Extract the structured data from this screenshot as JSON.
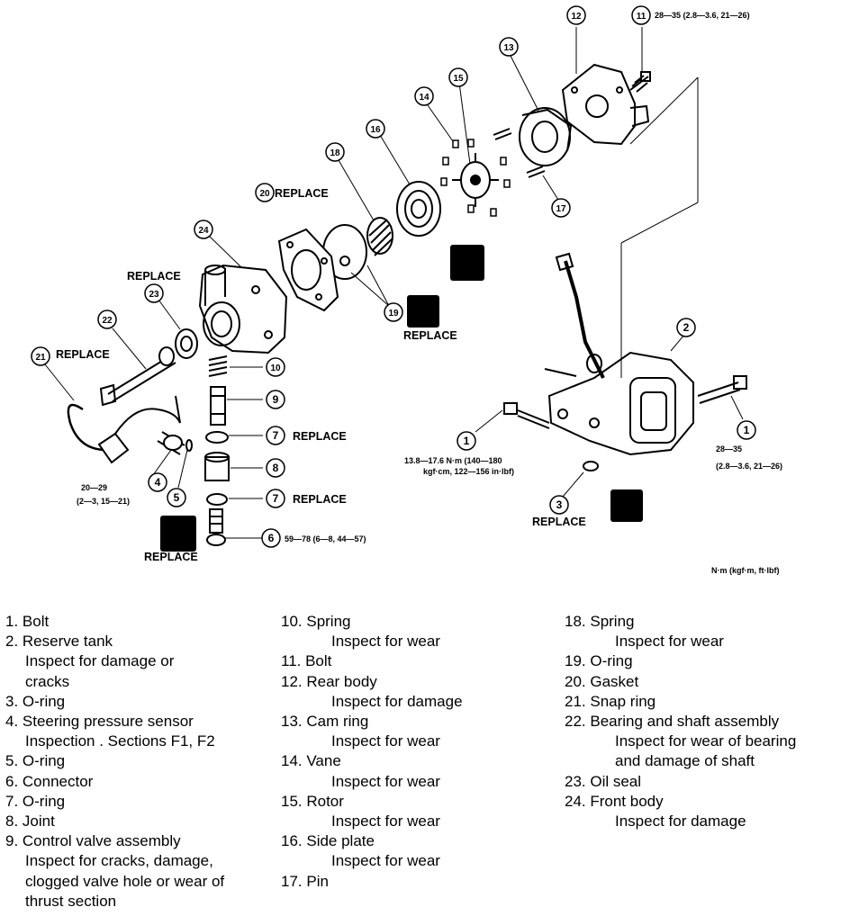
{
  "diagram": {
    "callouts": [
      "1",
      "2",
      "3",
      "4",
      "5",
      "6",
      "7",
      "8",
      "9",
      "10",
      "11",
      "12",
      "13",
      "14",
      "15",
      "16",
      "17",
      "18",
      "19",
      "20",
      "21",
      "22",
      "23",
      "24"
    ],
    "replace_label": "REPLACE",
    "specs": {
      "s11": "28—35 (2.8—3.6, 21—26)",
      "s1_line1": "13.8—17.6 N·m (140—180",
      "s1_line2": "kgf·cm, 122—156 in·lbf)",
      "s1b_line1": "28—35",
      "s1b_line2": "(2.8—3.6, 21—26)",
      "s4_line1": "20—29",
      "s4_line2": "(2—3, 15—21)",
      "s6": "59—78 (6—8, 44—57)",
      "units": "N·m (kgf·m, ft·lbf)"
    }
  },
  "legend": {
    "col1": [
      {
        "title": "1. Bolt",
        "sub": []
      },
      {
        "title": "2. Reserve tank",
        "sub": [
          "Inspect for damage or",
          "cracks"
        ]
      },
      {
        "title": "3. O-ring",
        "sub": []
      },
      {
        "title": "4. Steering pressure sensor",
        "sub": [
          "Inspection . Sections F1, F2"
        ]
      },
      {
        "title": "5. O-ring",
        "sub": []
      },
      {
        "title": "6. Connector",
        "sub": []
      },
      {
        "title": "7. O-ring",
        "sub": []
      },
      {
        "title": "8. Joint",
        "sub": []
      },
      {
        "title": "9. Control valve assembly",
        "sub": [
          "Inspect for cracks, damage,",
          "clogged valve hole or wear of",
          "thrust section"
        ]
      }
    ],
    "col2": [
      {
        "title": "10. Spring",
        "sub": [
          "Inspect for wear"
        ]
      },
      {
        "title": "11. Bolt",
        "sub": []
      },
      {
        "title": "12. Rear body",
        "sub": [
          "Inspect for damage"
        ]
      },
      {
        "title": "13. Cam ring",
        "sub": [
          "Inspect for wear"
        ]
      },
      {
        "title": "14. Vane",
        "sub": [
          "Inspect for wear"
        ]
      },
      {
        "title": "15. Rotor",
        "sub": [
          "Inspect for wear"
        ]
      },
      {
        "title": "16. Side plate",
        "sub": [
          "Inspect for wear"
        ]
      },
      {
        "title": "17. Pin",
        "sub": []
      }
    ],
    "col3": [
      {
        "title": "18. Spring",
        "sub": [
          "Inspect for wear"
        ]
      },
      {
        "title": "19. O-ring",
        "sub": []
      },
      {
        "title": "20. Gasket",
        "sub": []
      },
      {
        "title": "21. Snap ring",
        "sub": []
      },
      {
        "title": "22. Bearing and shaft assembly",
        "sub": [
          "Inspect for wear of bearing",
          "and damage of shaft"
        ]
      },
      {
        "title": "23. Oil seal",
        "sub": []
      },
      {
        "title": "24. Front body",
        "sub": [
          "Inspect for damage"
        ]
      }
    ]
  }
}
